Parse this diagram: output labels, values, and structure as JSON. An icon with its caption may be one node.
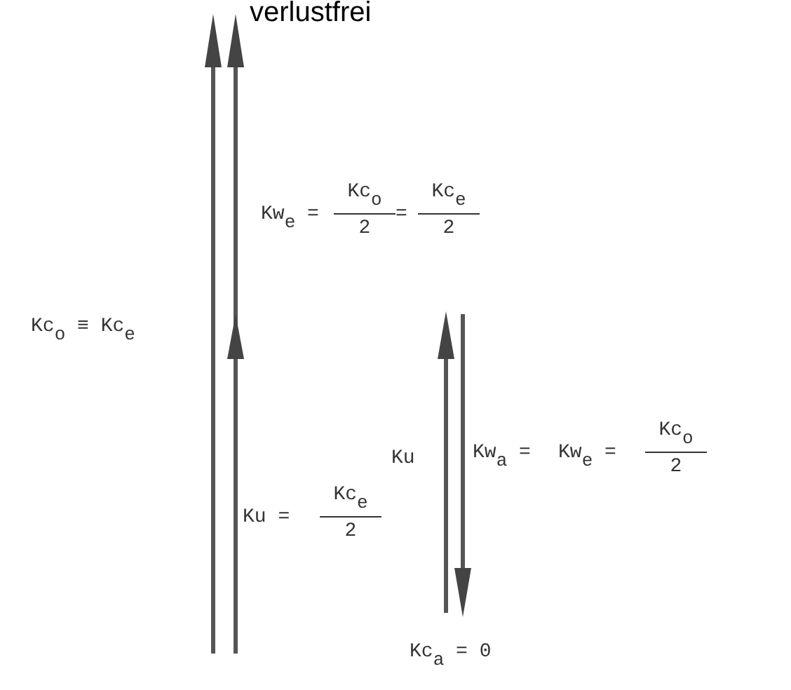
{
  "diagram": {
    "title": "verlustfrei",
    "labels": [
      "Kw$_{e}$ =",
      "Kc$_{o}$",
      "2",
      "=",
      "Kc$_{e}$",
      "2",
      "Kc$_{o}$ ≡ Kc$_{e}$",
      "Ku",
      "Kw$_{a}$ =",
      "Kw$_{e}$ =",
      "Kc$_{o}$",
      "2",
      "Ku =",
      "Kc$_{e}$",
      "2",
      "Kc$_{a}$ = 0"
    ]
  }
}
